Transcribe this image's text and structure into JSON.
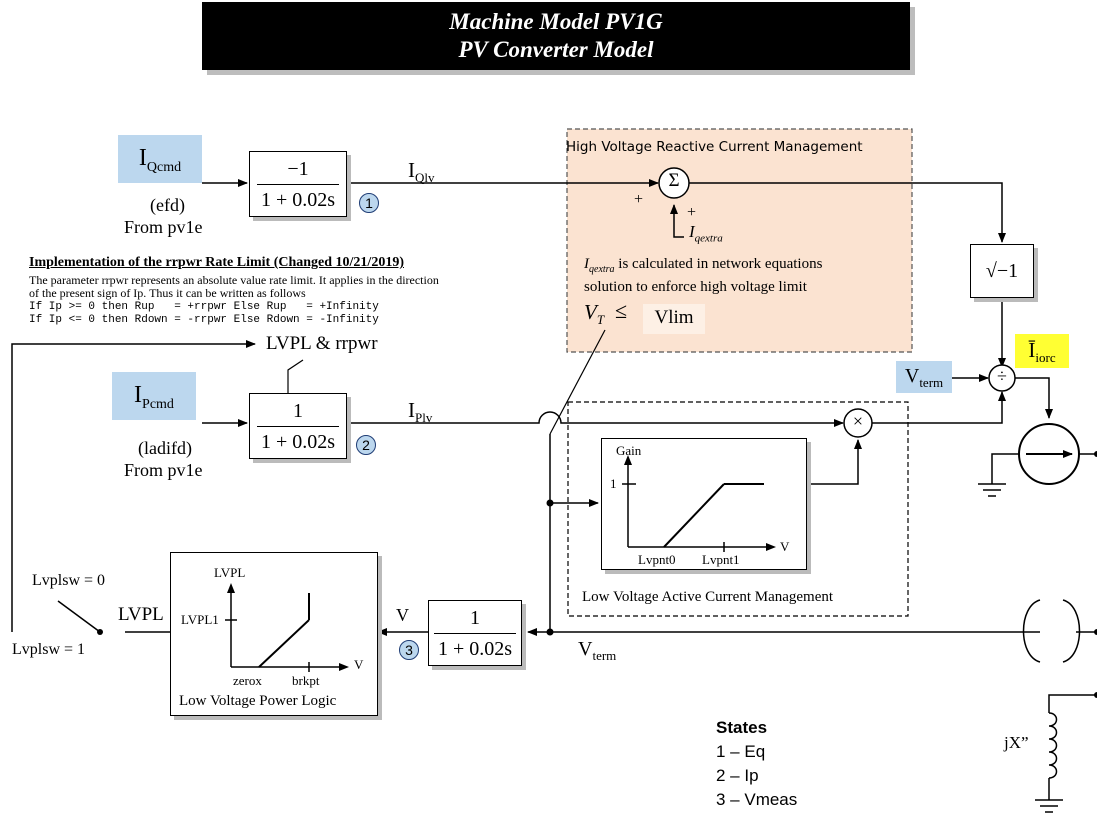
{
  "header": {
    "line1": "Machine Model PV1G",
    "line2": "PV Converter Model"
  },
  "inputs": {
    "iqcmd_main": "I",
    "iqcmd_sub": "Qcmd",
    "iqcmd_alias": "(efd)",
    "iqcmd_from": "From pv1e",
    "ipcmd_main": "I",
    "ipcmd_sub": "Pcmd",
    "ipcmd_alias": "(ladifd)",
    "ipcmd_from": "From pv1e"
  },
  "blocks": {
    "q_num": "−1",
    "q_den": "1 + 0.02s",
    "p_num": "1",
    "p_den": "1 + 0.02s",
    "v_num": "1",
    "v_den": "1 + 0.02s",
    "sqrt": "√−1"
  },
  "state_markers": [
    "1",
    "2",
    "3"
  ],
  "signals": {
    "iqlv_main": "I",
    "iqlv_sub": "Qlv",
    "iplv_main": "I",
    "iplv_sub": "Plv",
    "vterm_main": "V",
    "vterm_sub": "term",
    "iorc_main": "Ī",
    "iorc_sub": "iorc",
    "v_label": "V",
    "lvpl_label": "LVPL",
    "lvpl_rrpwr": "LVPL & rrpwr",
    "lvplsw0": "Lvplsw = 0",
    "lvplsw1": "Lvplsw = 1",
    "jx": "jX”"
  },
  "hv_mgmt": {
    "title": "High Voltage Reactive Current Management",
    "sum": "Σ",
    "plus1": "+",
    "plus2": "+",
    "iqextra_main": "I",
    "iqextra_sub": "qextra",
    "note_line1": "is calculated in network equations",
    "note_line2": "solution to enforce high voltage limit",
    "vt_main": "V",
    "vt_sub": "T",
    "le": "≤",
    "vlim": "Vlim"
  },
  "rate_limit": {
    "title": "Implementation of the rrpwr Rate Limit (Changed 10/21/2019)",
    "line1": "The parameter rrpwr represents an absolute value rate limit.  It applies in the direction",
    "line2": "of the present sign of Ip.  Thus it can be written as follows",
    "code1": "If Ip >= 0 then Rup   = +rrpwr Else Rup   = +Infinity",
    "code2": "If Ip <= 0 then Rdown = -rrpwr Else Rdown = -Infinity"
  },
  "lv_active": {
    "title": "Low Voltage Active Current Management",
    "gain": "Gain",
    "one": "1",
    "v": "V",
    "lvpnt0": "Lvpnt0",
    "lvpnt1": "Lvpnt1"
  },
  "lv_power": {
    "title": "Low Voltage Power Logic",
    "lvpl": "LVPL",
    "lvpl1": "LVPL1",
    "v": "V",
    "zerox": "zerox",
    "brkpt": "brkpt"
  },
  "ops": {
    "mult": "×",
    "div": "÷"
  },
  "states": {
    "title": "States",
    "items": [
      "1 – Eq",
      "2 – Ip",
      "3 – Vmeas"
    ]
  }
}
